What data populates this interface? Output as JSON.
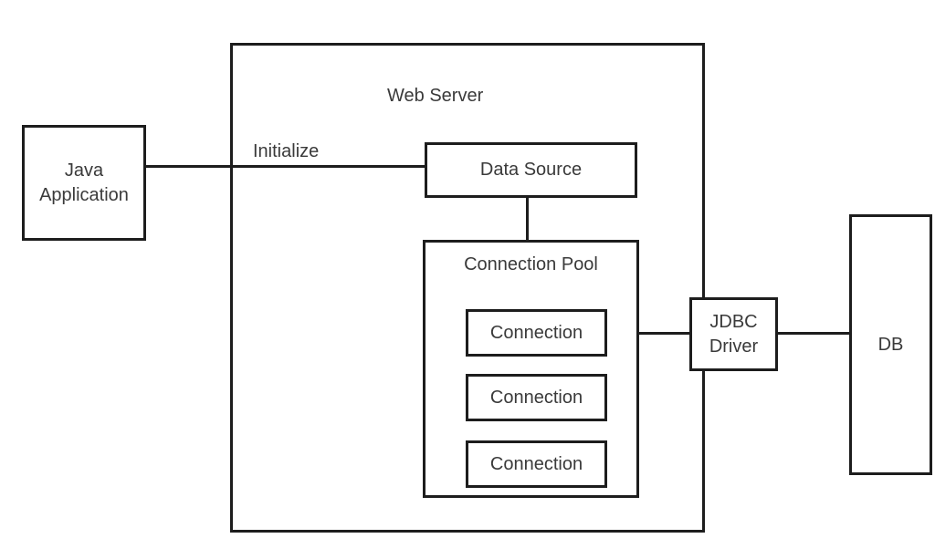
{
  "colors": {
    "background": "#ffffff",
    "line": "#1d1d1d",
    "box_fill": "#ffffff",
    "text": "#3a3a3a"
  },
  "nodes": {
    "java_application": {
      "label": "Java Application"
    },
    "web_server": {
      "label": "Web Server"
    },
    "data_source": {
      "label": "Data Source"
    },
    "connection_pool": {
      "label": "Connection Pool"
    },
    "connections": [
      {
        "label": "Connection"
      },
      {
        "label": "Connection"
      },
      {
        "label": "Connection"
      }
    ],
    "jdbc_driver": {
      "label": "JDBC Driver"
    },
    "db": {
      "label": "DB"
    }
  },
  "edges": {
    "initialize_label": "Initialize"
  }
}
